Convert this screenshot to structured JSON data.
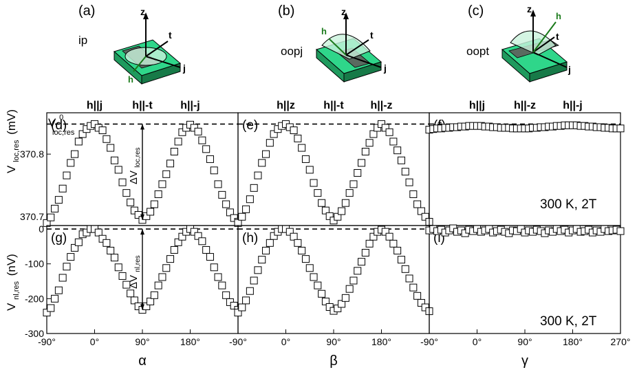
{
  "diagrams": [
    {
      "label": "(a)",
      "mode": "ip",
      "axes": [
        "z",
        "t",
        "j",
        "h"
      ]
    },
    {
      "label": "(b)",
      "mode": "oopj",
      "axes": [
        "z",
        "t",
        "j",
        "h"
      ]
    },
    {
      "label": "(c)",
      "mode": "oopt",
      "axes": [
        "z",
        "t",
        "j",
        "h"
      ]
    }
  ],
  "colors": {
    "device_top": "#2fd68a",
    "device_side": "#1f9a5e",
    "field_arrow": "#1a7a1a",
    "circle_fill": "#c9f2dc"
  },
  "annotations": {
    "v0_label": "V",
    "v0_sup": "0",
    "v0_sub": "loc,res",
    "dv_loc_main": "ΔV",
    "dv_loc_sub": "loc,res",
    "dv_nl_main": "ΔV",
    "dv_nl_sub": "nl,res",
    "condition_top": "300 K, 2T",
    "condition_bottom": "300 K, 2T"
  },
  "chart_data": [
    {
      "panel": "(d)",
      "type": "scatter",
      "top_labels": [
        "h||j",
        "h||-t",
        "h||-j"
      ],
      "top_label_x": [
        0,
        90,
        180
      ],
      "ylabel_main": "V",
      "ylabel_sub": "loc,res",
      "ylabel_unit": "(mV)",
      "xlim": [
        -90,
        270
      ],
      "ylim": [
        370.686,
        370.866
      ],
      "yticks": [
        370.7,
        370.8
      ],
      "ytick_labels": [
        "370.7",
        "370.8"
      ],
      "reference_line": 370.848,
      "x": [
        -90,
        -82.5,
        -75,
        -67.5,
        -60,
        -52.5,
        -45,
        -37.5,
        -30,
        -22.5,
        -15,
        -7.5,
        0,
        7.5,
        15,
        22.5,
        30,
        37.5,
        45,
        52.5,
        60,
        67.5,
        75,
        82.5,
        90,
        97.5,
        105,
        112.5,
        120,
        127.5,
        135,
        142.5,
        150,
        157.5,
        165,
        172.5,
        180,
        187.5,
        195,
        202.5,
        210,
        217.5,
        225,
        232.5,
        240,
        247.5,
        255,
        262.5,
        270
      ],
      "y": [
        370.69,
        370.699,
        370.713,
        370.727,
        370.745,
        370.766,
        370.786,
        370.8,
        370.82,
        370.832,
        370.84,
        370.845,
        370.848,
        370.842,
        370.838,
        370.824,
        370.81,
        370.79,
        370.775,
        370.755,
        370.738,
        370.723,
        370.71,
        370.703,
        370.695,
        370.701,
        370.708,
        370.72,
        370.736,
        370.752,
        370.768,
        370.785,
        370.804,
        370.82,
        370.835,
        370.842,
        370.847,
        370.842,
        370.836,
        370.822,
        370.808,
        370.792,
        370.774,
        370.752,
        370.735,
        370.72,
        370.707,
        370.698,
        370.692
      ]
    },
    {
      "panel": "(e)",
      "type": "scatter",
      "top_labels": [
        "h||z",
        "h||-t",
        "h||-z"
      ],
      "top_label_x": [
        0,
        90,
        180
      ],
      "xlim": [
        -90,
        270
      ],
      "ylim": [
        370.686,
        370.866
      ],
      "reference_line": 370.848,
      "x": [
        -90,
        -82.5,
        -75,
        -67.5,
        -60,
        -52.5,
        -45,
        -37.5,
        -30,
        -22.5,
        -15,
        -7.5,
        0,
        7.5,
        15,
        22.5,
        30,
        37.5,
        45,
        52.5,
        60,
        67.5,
        75,
        82.5,
        90,
        97.5,
        105,
        112.5,
        120,
        127.5,
        135,
        142.5,
        150,
        157.5,
        165,
        172.5,
        180,
        187.5,
        195,
        202.5,
        210,
        217.5,
        225,
        232.5,
        240,
        247.5,
        255,
        262.5,
        270
      ],
      "y": [
        370.69,
        370.7,
        370.712,
        370.728,
        370.746,
        370.766,
        370.786,
        370.8,
        370.818,
        370.832,
        370.84,
        370.845,
        370.848,
        370.843,
        370.838,
        370.825,
        370.81,
        370.792,
        370.775,
        370.754,
        370.738,
        370.722,
        370.71,
        370.701,
        370.694,
        370.7,
        370.709,
        370.722,
        370.738,
        370.752,
        370.77,
        370.786,
        370.804,
        370.818,
        370.832,
        370.842,
        370.848,
        370.842,
        370.835,
        370.82,
        370.806,
        370.79,
        370.772,
        370.755,
        370.736,
        370.72,
        370.709,
        370.7,
        370.692
      ]
    },
    {
      "panel": "(f)",
      "type": "scatter",
      "top_labels": [
        "h||j",
        "h||-z",
        "h||-j"
      ],
      "top_label_x": [
        0,
        90,
        180
      ],
      "xlim": [
        -90,
        270
      ],
      "ylim": [
        370.686,
        370.866
      ],
      "reference_line": 370.848,
      "x": [
        -90,
        -82.5,
        -75,
        -67.5,
        -60,
        -52.5,
        -45,
        -37.5,
        -30,
        -22.5,
        -15,
        -7.5,
        0,
        7.5,
        15,
        22.5,
        30,
        37.5,
        45,
        52.5,
        60,
        67.5,
        75,
        82.5,
        90,
        97.5,
        105,
        112.5,
        120,
        127.5,
        135,
        142.5,
        150,
        157.5,
        165,
        172.5,
        180,
        187.5,
        195,
        202.5,
        210,
        217.5,
        225,
        232.5,
        240,
        247.5,
        255,
        262.5,
        270
      ],
      "y": [
        370.839,
        370.84,
        370.841,
        370.841,
        370.842,
        370.842,
        370.843,
        370.843,
        370.844,
        370.844,
        370.845,
        370.845,
        370.845,
        370.845,
        370.844,
        370.844,
        370.843,
        370.843,
        370.842,
        370.842,
        370.842,
        370.841,
        370.841,
        370.841,
        370.841,
        370.841,
        370.842,
        370.842,
        370.843,
        370.843,
        370.844,
        370.844,
        370.845,
        370.845,
        370.846,
        370.846,
        370.846,
        370.846,
        370.845,
        370.845,
        370.844,
        370.844,
        370.843,
        370.843,
        370.842,
        370.842,
        370.841,
        370.841,
        370.841
      ]
    },
    {
      "panel": "(g)",
      "type": "scatter",
      "ylabel_main": "V",
      "ylabel_sub": "nl,res",
      "ylabel_unit": "(nV)",
      "xlim": [
        -90,
        270
      ],
      "ylim": [
        -300,
        10
      ],
      "yticks": [
        0,
        -100,
        -200,
        -300
      ],
      "ytick_labels": [
        "0",
        "-100",
        "-200",
        "-300"
      ],
      "xticks": [
        -90,
        0,
        90,
        180
      ],
      "xtick_labels": [
        "-90°",
        "0°",
        "90°",
        "180°"
      ],
      "xlabel": "α",
      "reference_line": 0,
      "x": [
        -90,
        -82.5,
        -75,
        -67.5,
        -60,
        -52.5,
        -45,
        -37.5,
        -30,
        -22.5,
        -15,
        -7.5,
        0,
        7.5,
        15,
        22.5,
        30,
        37.5,
        45,
        52.5,
        60,
        67.5,
        75,
        82.5,
        90,
        97.5,
        105,
        112.5,
        120,
        127.5,
        135,
        142.5,
        150,
        157.5,
        165,
        172.5,
        180,
        187.5,
        195,
        202.5,
        210,
        217.5,
        225,
        232.5,
        240,
        247.5,
        255,
        262.5,
        270
      ],
      "y": [
        -240,
        -227,
        -200,
        -176,
        -140,
        -108,
        -80,
        -54,
        -38,
        -15,
        -10,
        0,
        0,
        -10,
        -28,
        -40,
        -62,
        -82,
        -110,
        -135,
        -160,
        -185,
        -205,
        -222,
        -232,
        -222,
        -208,
        -190,
        -162,
        -138,
        -112,
        -86,
        -60,
        -38,
        -22,
        -8,
        0,
        -8,
        -20,
        -35,
        -60,
        -80,
        -110,
        -138,
        -162,
        -190,
        -210,
        -220,
        -232
      ]
    },
    {
      "panel": "(h)",
      "type": "scatter",
      "xlim": [
        -90,
        270
      ],
      "ylim": [
        -300,
        10
      ],
      "xticks": [
        -90,
        0,
        90,
        180
      ],
      "xtick_labels": [
        "-90°",
        "0°",
        "90°",
        "180°"
      ],
      "xlabel": "β",
      "reference_line": 0,
      "x": [
        -90,
        -82.5,
        -75,
        -67.5,
        -60,
        -52.5,
        -45,
        -37.5,
        -30,
        -22.5,
        -15,
        -7.5,
        0,
        7.5,
        15,
        22.5,
        30,
        37.5,
        45,
        52.5,
        60,
        67.5,
        75,
        82.5,
        90,
        97.5,
        105,
        112.5,
        120,
        127.5,
        135,
        142.5,
        150,
        157.5,
        165,
        172.5,
        180,
        187.5,
        195,
        202.5,
        210,
        217.5,
        225,
        232.5,
        240,
        247.5,
        255,
        262.5,
        270
      ],
      "y": [
        -240,
        -225,
        -205,
        -178,
        -148,
        -118,
        -88,
        -62,
        -40,
        -20,
        -8,
        0,
        0,
        -8,
        -22,
        -40,
        -62,
        -86,
        -112,
        -138,
        -162,
        -186,
        -208,
        -224,
        -235,
        -228,
        -215,
        -198,
        -172,
        -148,
        -120,
        -94,
        -68,
        -42,
        -22,
        -8,
        -2,
        -8,
        -22,
        -42,
        -62,
        -88,
        -115,
        -142,
        -168,
        -192,
        -212,
        -225,
        -236
      ]
    },
    {
      "panel": "(i)",
      "type": "scatter",
      "xlim": [
        -90,
        270
      ],
      "ylim": [
        -300,
        10
      ],
      "xticks": [
        -90,
        0,
        90,
        180,
        270
      ],
      "xtick_labels": [
        "-90°",
        "0°",
        "90°",
        "180°",
        "270°"
      ],
      "xlabel": "γ",
      "reference_line": 0,
      "x": [
        -90,
        -82.5,
        -75,
        -67.5,
        -60,
        -52.5,
        -45,
        -37.5,
        -30,
        -22.5,
        -15,
        -7.5,
        0,
        7.5,
        15,
        22.5,
        30,
        37.5,
        45,
        52.5,
        60,
        67.5,
        75,
        82.5,
        90,
        97.5,
        105,
        112.5,
        120,
        127.5,
        135,
        142.5,
        150,
        157.5,
        165,
        172.5,
        180,
        187.5,
        195,
        202.5,
        210,
        217.5,
        225,
        232.5,
        240,
        247.5,
        255,
        262.5,
        270
      ],
      "y": [
        -4,
        0,
        -6,
        -2,
        -10,
        -4,
        2,
        -8,
        -4,
        -12,
        -2,
        -6,
        0,
        -8,
        -4,
        0,
        -10,
        -6,
        -2,
        -8,
        -12,
        -4,
        -6,
        0,
        -10,
        -4,
        -8,
        -2,
        -6,
        -12,
        -4,
        -8,
        0,
        -6,
        -2,
        -10,
        -4,
        0,
        -8,
        -6,
        -2,
        -10,
        -4,
        -8,
        0,
        -6,
        -4,
        -2,
        -6
      ]
    }
  ]
}
